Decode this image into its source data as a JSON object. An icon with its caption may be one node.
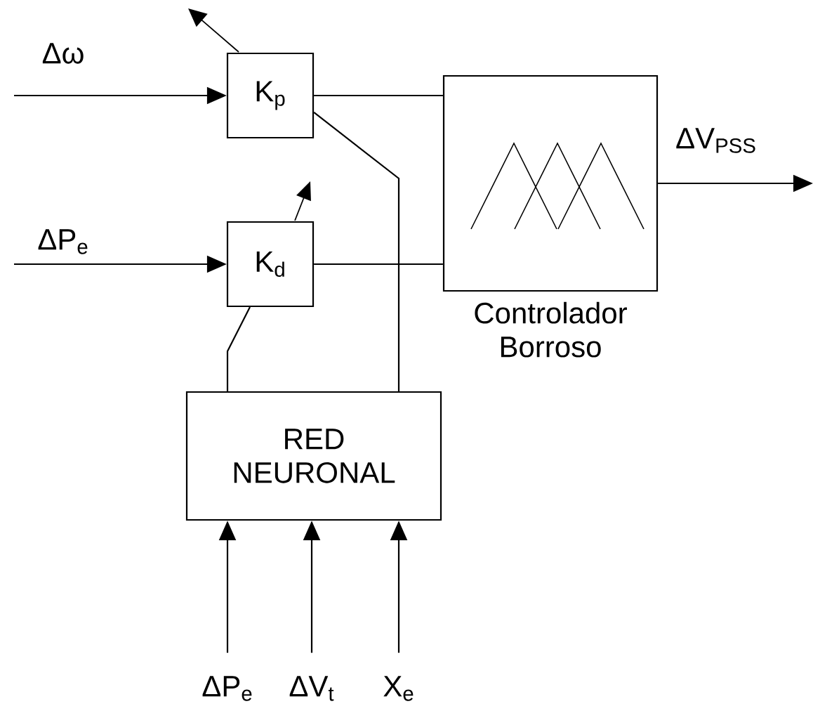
{
  "diagram": {
    "nodes": [
      {
        "text": [
          "K$_{p}$"
        ]
      },
      {
        "text": [
          "K$_{d}$"
        ]
      },
      {
        "text": [
          "Controlador Borroso"
        ]
      },
      {
        "text": [
          "RED NEURONAL"
        ]
      },
      {
        "text": [
          "ΔP$_{e}$"
        ]
      },
      {
        "text": [
          "ΔV$_{t}$"
        ]
      },
      {
        "text": [
          "X$_{e}$"
        ]
      }
    ],
    "edges": [
      {
        "from": null,
        "to": 0,
        "arrow": "to",
        "label": "Δω"
      },
      {
        "from": null,
        "to": 1,
        "arrow": "to",
        "label": "ΔP$_{e}$"
      },
      {
        "from": 0,
        "to": 2,
        "arrow": "none"
      },
      {
        "from": 1,
        "to": 2,
        "arrow": "none"
      },
      {
        "from": 2,
        "to": null,
        "arrow": "to",
        "label": "ΔV$_{PSS}$"
      },
      {
        "from": 3,
        "to": 0,
        "arrow": "none"
      },
      {
        "from": 3,
        "to": 1,
        "arrow": "none"
      },
      {
        "from": 4,
        "to": 3,
        "arrow": "to"
      },
      {
        "from": 5,
        "to": 3,
        "arrow": "to"
      },
      {
        "from": 6,
        "to": 3,
        "arrow": "to"
      }
    ]
  }
}
